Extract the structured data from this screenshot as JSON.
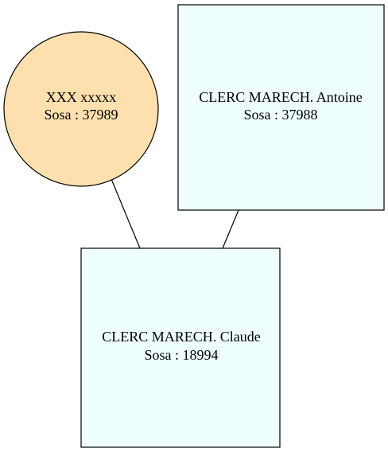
{
  "colors": {
    "female_fill": "#fde0ae",
    "male_fill": "#efffff",
    "stroke": "#000000"
  },
  "persons": [
    {
      "id": "mother",
      "shape": "circle",
      "name": "XXX xxxxx",
      "sosa": "Sosa : 37989"
    },
    {
      "id": "father",
      "shape": "box",
      "name": "CLERC MARECH. Antoine",
      "sosa": "Sosa : 37988"
    },
    {
      "id": "child",
      "shape": "box",
      "name": "CLERC MARECH. Claude",
      "sosa": "Sosa : 18994"
    }
  ],
  "links": [
    {
      "from": "mother",
      "to": "child"
    },
    {
      "from": "father",
      "to": "child"
    }
  ]
}
